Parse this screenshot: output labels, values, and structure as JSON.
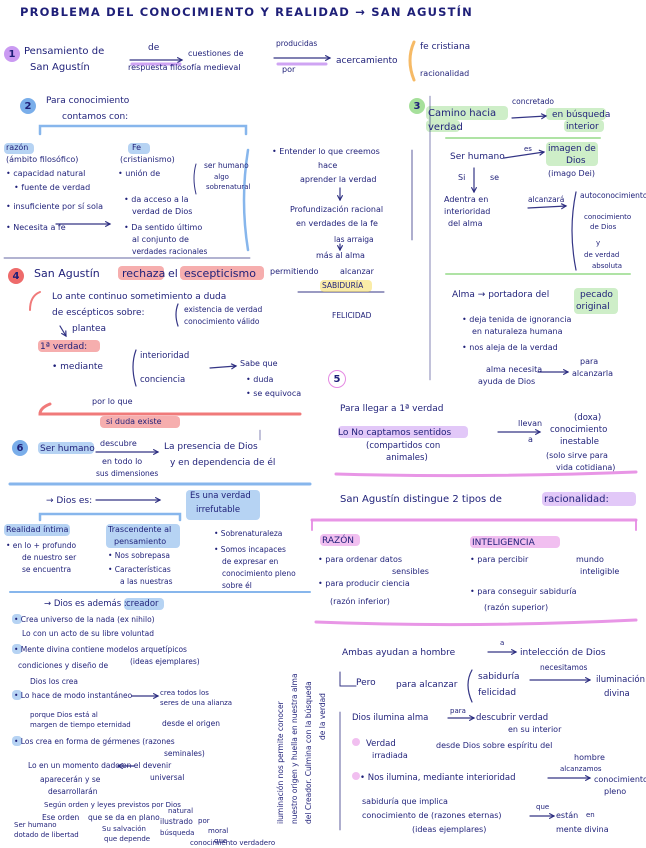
{
  "title": "PROBLEMA DEL CONOCIMIENTO Y REALIDAD → SAN AGUSTÍN",
  "colors": {
    "ink": "#1e1f78",
    "highlight_purple": "#ca9af2",
    "highlight_pink": "#e58be3",
    "highlight_blue": "#7aaeea",
    "highlight_green": "#a6e09b",
    "highlight_orange": "#f5b255",
    "highlight_red": "#ee6b6b",
    "highlight_yellow": "#f5dd5e"
  },
  "s1": {
    "num": "1",
    "l1": "Pensamiento de",
    "l2": "San Agustín",
    "de": "de",
    "cuestiones": "cuestiones de",
    "respuesta": "respuesta filosofía medieval",
    "producidas": "producidas",
    "por": "por",
    "acercamiento": "acercamiento",
    "fe_cristiana": "fe cristiana",
    "racionalidad": "racionalidad"
  },
  "s2": {
    "num": "2",
    "l1": "Para conocimiento",
    "l2": "contamos con:",
    "razon": "razón",
    "ambito": "(ámbito filosófico)",
    "r1": "• capacidad natural",
    "r2": "• fuente de verdad",
    "r3": "• insuficiente por sí sola",
    "r4": "• Necesita a fe",
    "fe": "Fe",
    "cristianismo": "(cristianismo)",
    "f1": "• unión de",
    "humano": "ser humano",
    "algo": "algo",
    "sobrenatural": "sobrenatural",
    "f2": "• da acceso a la",
    "f2b": "verdad de Dios",
    "f3": "• Da sentido último",
    "f3b": "al conjunto de",
    "f3c": "verdades racionales",
    "e1": "• Entender lo que creemos",
    "hace": "hace",
    "aprender": "aprender la verdad",
    "prof1": "Profundización racional",
    "prof2": "en verdades de la fe",
    "arraigo": "las arraiga",
    "alma": "más al alma",
    "permitiendo": "permitiendo",
    "alcanzar": "alcanzar",
    "sabiduria": "SABIDURÍA",
    "felicidad": "FELICIDAD"
  },
  "s3": {
    "num": "3",
    "camino": "Camino hacia",
    "verdad": "verdad",
    "concretado": "concretado",
    "busqueda": "en búsqueda",
    "interior": "interior",
    "ser_humano": "Ser humano",
    "es": "es",
    "imagen1": "imagen de",
    "imagen2": "Dios",
    "imago": "(imago Dei)",
    "si": "Si",
    "se": "se",
    "adentra1": "Adentra en",
    "adentra2": "interioridad",
    "adentra3": "del alma",
    "alcanzara": "alcanzará",
    "auto": "autoconocimiento",
    "con1": "conocimiento",
    "con2": "de Dios",
    "y": "y",
    "verdad_abs1": "de verdad",
    "verdad_abs2": "absoluta",
    "alma_line": "Alma → portadora del",
    "pecado1": "pecado",
    "pecado2": "original",
    "b1a": "• deja tenida de ignorancia",
    "b1b": "en naturaleza humana",
    "b2": "• nos aleja de la verdad",
    "alma_nec1": "alma necesita",
    "alma_nec2": "ayuda de Dios",
    "para": "para",
    "alcanzarla": "alcanzarla"
  },
  "s4": {
    "num": "4",
    "l1a": "San Agustín",
    "rechaza": "rechaza",
    "el": "el",
    "escepticismo": "escepticismo",
    "ante1": "Lo ante continuo sometimiento a duda",
    "ante2": "de escépticos sobre:",
    "ex1": "existencia de verdad",
    "ex2": "conocimiento válido",
    "plantea": "plantea",
    "primera": "1ª verdad:",
    "mediante": "• mediante",
    "interioridad": "interioridad",
    "conciencia": "conciencia",
    "sabe": "Sabe que",
    "duda": "• duda",
    "equivoca": "• se equivoca",
    "porloque": "por lo que",
    "existe": "si duda existe"
  },
  "s5": {
    "num": "5",
    "llegar": "Para llegar a 1ª verdad",
    "no1": "Lo No captamos sentidos",
    "no2": "(compartidos con",
    "no3": "animales)",
    "llevan": "llevan",
    "a": "a",
    "doxa": "(doxa)",
    "con_ines1": "conocimiento",
    "con_ines2": "inestable",
    "solo1": "(solo sirve para",
    "solo2": "vida cotidiana)",
    "distingue_a": "San Agustín distingue 2 tipos de",
    "distingue_b": "racionalidad:",
    "razon": "RAZÓN",
    "r1a": "• para ordenar datos",
    "r1b": "sensibles",
    "r2": "• para producir ciencia",
    "r3": "(razón inferior)",
    "int": "INTELIGENCIA",
    "i1a": "• para percibir",
    "i1b": "mundo",
    "i1c": "inteligible",
    "i2": "• para conseguir sabiduría",
    "i3": "(razón superior)",
    "ambas": "Ambas ayudan a hombre",
    "a2": "a",
    "ilum": "intelección de Dios",
    "pero": "Pero",
    "para_alc": "para alcanzar",
    "sab": "sabiduría",
    "fel": "felicidad",
    "necesitamos": "necesitamos",
    "iluminacion1": "iluminación",
    "iluminacion2": "divina",
    "dios_ilumina": "Dios ilumina alma",
    "para2": "para",
    "descubrir1": "descubrir verdad",
    "descubrir2": "en su interior",
    "v1": "Verdad",
    "v2": "irradiada",
    "desde": "desde Dios sobre espíritu del",
    "hombre": "hombre",
    "nos": "• Nos ilumina, mediante interioridad",
    "alcanzamos": "alcanzamos",
    "conoc1": "conocimiento",
    "conoc2": "pleno",
    "sab_imp": "sabiduría que implica",
    "conoc_rz": "conocimiento de (razones eternas)",
    "que": "que",
    "estan": "están",
    "en": "en",
    "ideas": "(ideas ejemplares)",
    "mente": "mente divina",
    "vert1": "iluminación nos permite conocer",
    "vert2": "nuestro origen y huella en nuestra alma",
    "vert3": "del Creador. Culmina con la búsqueda",
    "vert4": "de la verdad"
  },
  "s6": {
    "num": "6",
    "ser": "Ser humano",
    "descubre": "descubre",
    "todo1": "en todo lo",
    "todo2": "sus dimensiones",
    "presencia1": "La presencia de Dios",
    "presencia2": "y en dependencia de él",
    "dios_es": "→ Dios es:",
    "es_una": "Es una verdad",
    "irref": "irrefutable",
    "real1": "Realidad íntima",
    "real2": "• en lo + profundo",
    "real3": "de nuestro ser",
    "real4": "se encuentra",
    "trans1": "Trascendente al",
    "trans2": "pensamiento",
    "trans3": "• Nos sobrepasa",
    "trans4": "• Características",
    "trans5": "a las nuestras",
    "sob1": "• Sobrenaturaleza",
    "sob2": "• Somos incapaces",
    "sob3": "de expresar en",
    "sob4": "conocimiento pleno",
    "sob5": "sobre él",
    "creador_a": "→ Dios es además :",
    "creador_b": "creador",
    "c1": "• Crea universo de la nada (ex nihilo)",
    "c2": "Lo con un acto de su libre voluntad",
    "c3": "• Mente divina contiene modelos arquetípicos",
    "c4": "(ideas ejemplares)",
    "c5": "condiciones y diseño de",
    "c6": "Dios los crea",
    "c7": "• Lo hace de modo instantáneo",
    "c8": "crea todos los",
    "c9": "seres de una alianza",
    "c10": "porque Dios está al",
    "c11": "margen de tiempo eternidad",
    "c12": "desde el origen",
    "c13": "• Los crea en forma de gérmenes (razones",
    "c14": "seminales)",
    "c15": "Lo en un momento dado",
    "c16": "en el devenir",
    "c17": "universal",
    "c18": "aparecerán y se",
    "c19": "desarrollarán",
    "c20": "Según orden y leyes previstos por Dios",
    "c21": "Ese orden",
    "c22": "que se da en plano",
    "c23": "natural",
    "c24": "ilustrado",
    "c25": "por",
    "c26": "búsqueda",
    "c27": "Ser humano",
    "c28": "dotado de libertad",
    "c29": "Su salvación",
    "c30": "que depende",
    "c31": "moral",
    "c32": "que",
    "c33": "conocimiento verdadero"
  }
}
